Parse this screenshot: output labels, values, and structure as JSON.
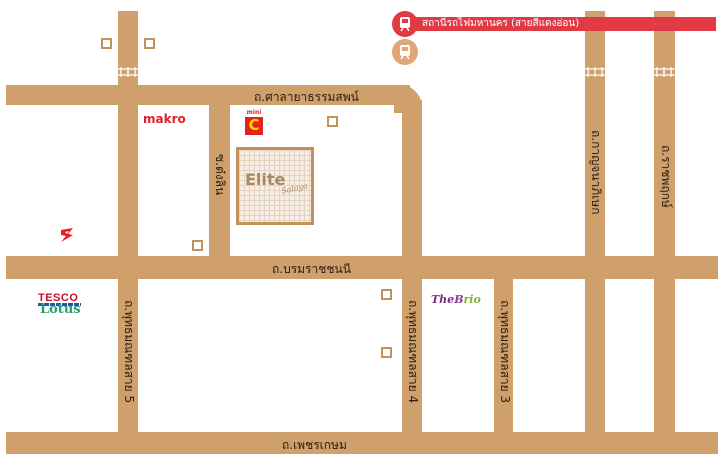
{
  "colors": {
    "road": "#cfa06b",
    "road_label": "#2a1d12",
    "marker_border": "#c3925c",
    "station_red": "#e23a45",
    "station_orange": "#e0a578",
    "background": "#ffffff"
  },
  "station": {
    "label": "สถานีรถไฟมหานคร (สายสีแดงอ่อน)",
    "icons": [
      "train-icon",
      "train-icon"
    ]
  },
  "roads": {
    "sala_thammasop": "ถ.ศาลายาธรรมสพน์",
    "borommaratchachonnani": "ถ.บรมราชชนนี",
    "phetkasem": "ถ.เพชรเกษม",
    "soi_tong_lin": "ซ.ต๋งลิน",
    "kanchanaphisek": "ถ.กาญจนาภิเษก",
    "ratchaphruek": "ถ.ราชพฤกษ์",
    "phutthamonthon_5": "ถ.พุทธมณฑลสาย 5",
    "phutthamonthon_4": "ถ.พุทธมณฑลสาย 4",
    "phutthamonthon_3": "ถ.พุทธมณฑลสาย 3"
  },
  "landmarks": {
    "elite_title": "Elite",
    "elite_subtitle": "Salaya",
    "makro": "makro",
    "mini_c": {
      "top": "mini",
      "letter": "C"
    },
    "tesco": "TESCO",
    "lotus": "Lotus",
    "brio": {
      "the": "The",
      "b": "B",
      "rio": "rio"
    }
  },
  "icons": {
    "landmark_marker": "square-marker-icon",
    "railway_crossing": "railway-track-icon",
    "zen_logo": "zen-logo-icon"
  }
}
